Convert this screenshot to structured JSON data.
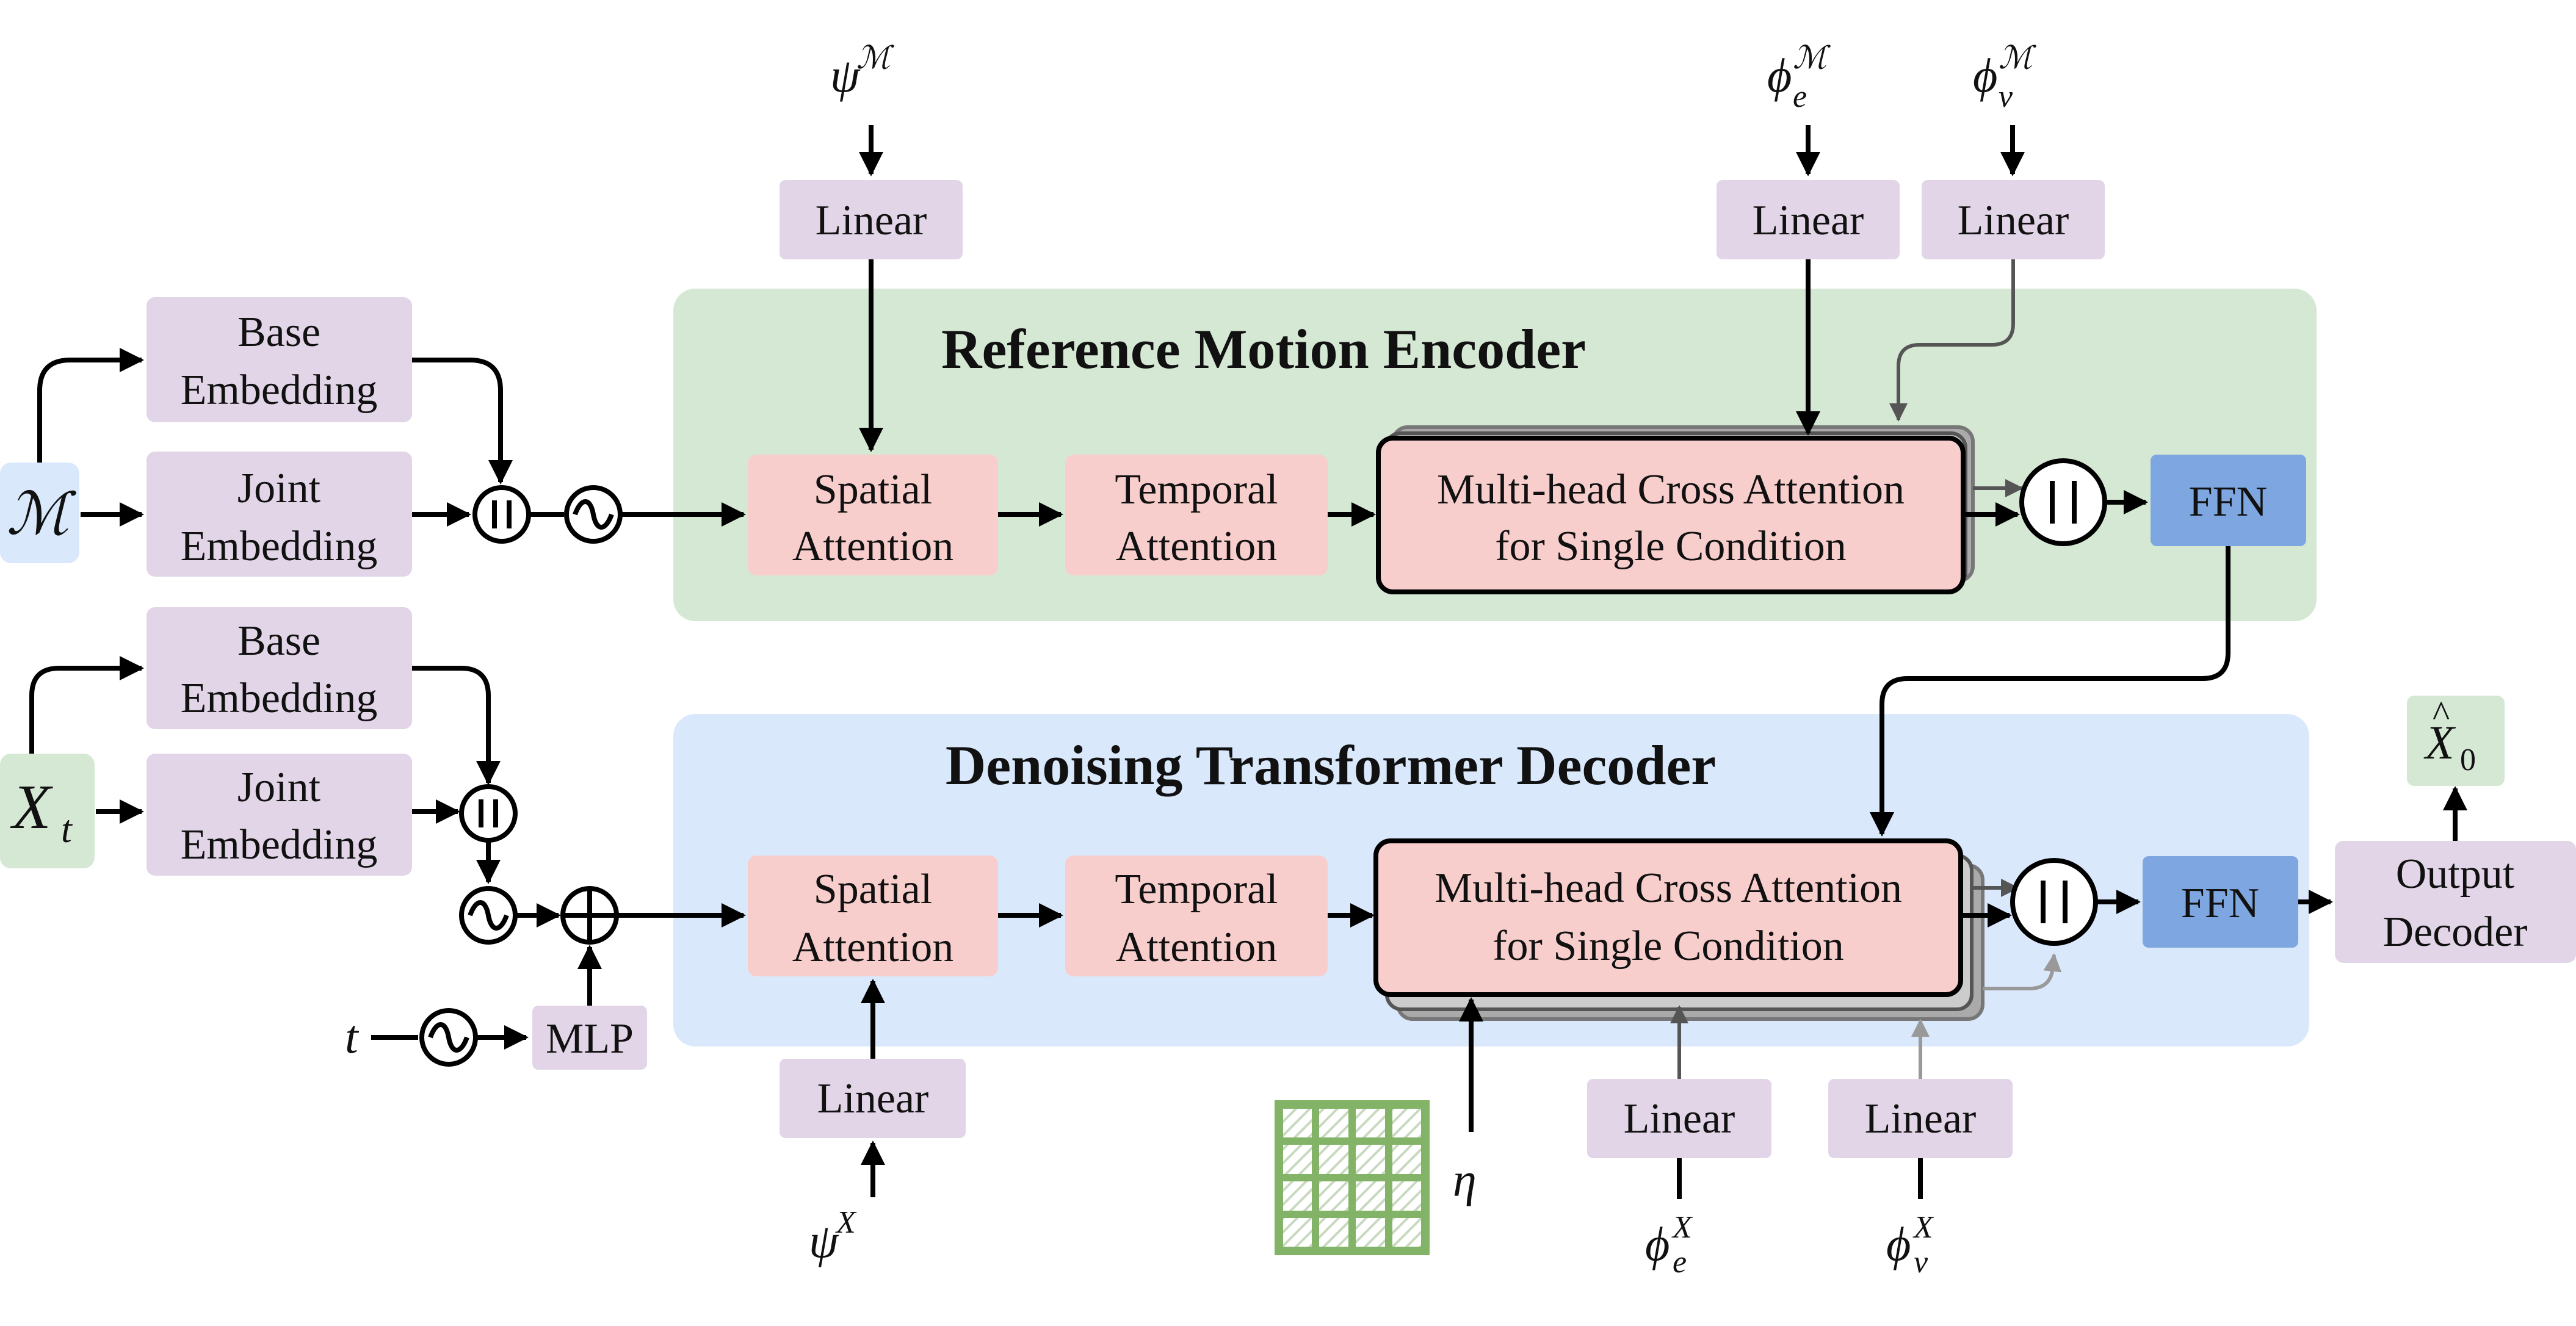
{
  "labels": {
    "base_embedding_l1": "Base",
    "base_embedding_l2": "Embedding",
    "joint_embedding_l1": "Joint",
    "joint_embedding_l2": "Embedding",
    "spatial_l1": "Spatial",
    "spatial_l2": "Attention",
    "temporal_l1": "Temporal",
    "temporal_l2": "Attention",
    "mhca_l1": "Multi-head Cross Attention",
    "mhca_l2": "for Single Condition",
    "linear": "Linear",
    "ffn": "FFN",
    "mlp": "MLP",
    "output_l1": "Output",
    "output_l2": "Decoder"
  },
  "titles": {
    "encoder": "Reference Motion Encoder",
    "decoder": "Denoising Transformer Decoder"
  },
  "symbols": {
    "M": "ℳ",
    "X": "X",
    "t_sub": "t",
    "t": "t",
    "psi": "ψ",
    "phi": "ϕ",
    "e": "e",
    "v": "v",
    "eta": "η",
    "x0_sub": "0",
    "concat": "||",
    "sine": "~",
    "plus": "+"
  },
  "colors": {
    "encoder_bg": "#d4e8d4",
    "decoder_bg": "#dae8fc",
    "purple": "#e1d5e7",
    "pink": "#f8cecc",
    "ffn_blue": "#7ea6e0",
    "green_input": "#d5e8d4",
    "blue_input": "#dae8fc",
    "grid_green": "#82b366"
  }
}
